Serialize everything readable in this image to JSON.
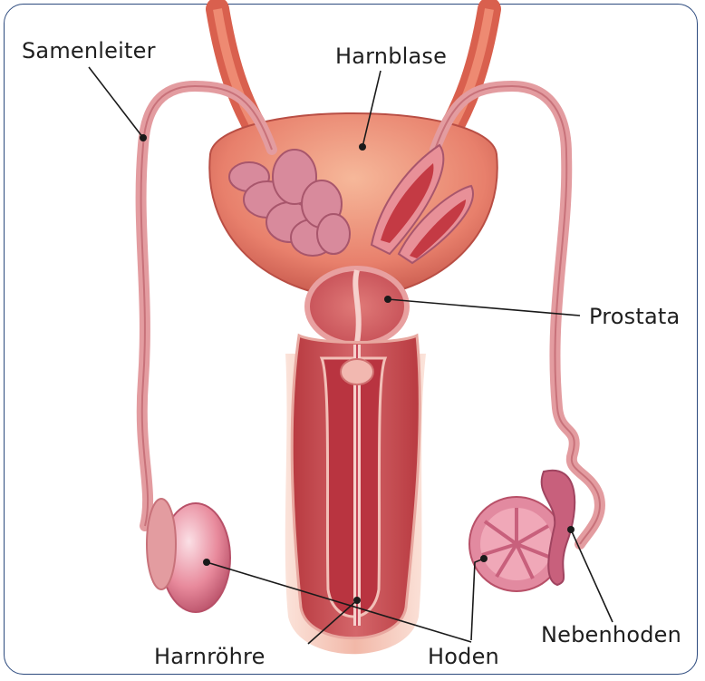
{
  "labels": {
    "samenleiter": "Samenleiter",
    "harnblase": "Harnblase",
    "prostata": "Prostata",
    "harnrohre": "Harnröhre",
    "hoden": "Hoden",
    "nebenhoden": "Nebenhoden"
  },
  "colors": {
    "frame": "#2c4a7e",
    "tissue_light": "#f2b8a8",
    "tissue_mid": "#e8806c",
    "tissue_dark": "#c84a48",
    "duct": "#e39ca0",
    "vesicle": "#d88a9c",
    "leader_line": "#1a1a1a"
  }
}
